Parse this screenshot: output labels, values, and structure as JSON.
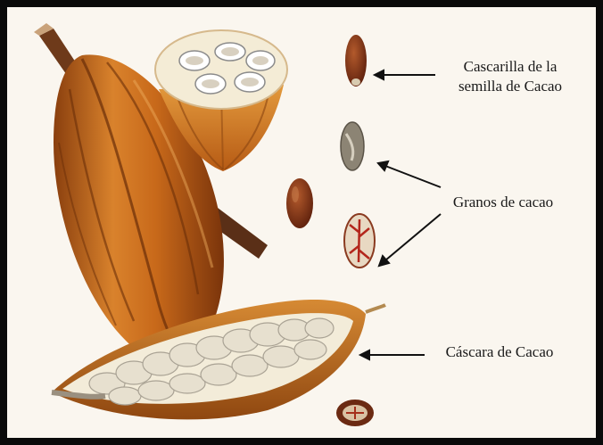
{
  "labels": {
    "cascarilla_line1": "Cascarilla de la",
    "cascarilla_line2": "semilla de Cacao",
    "granos": "Granos de cacao",
    "cascara": "Cáscara de Cacao"
  },
  "colors": {
    "pod_orange": "#c8691a",
    "pod_dark": "#7a3a0c",
    "pulp_cream": "#f4ecd6",
    "seed_brown": "#7a2e14",
    "frame_black": "#0a0a0a",
    "background": "#faf6ef"
  }
}
